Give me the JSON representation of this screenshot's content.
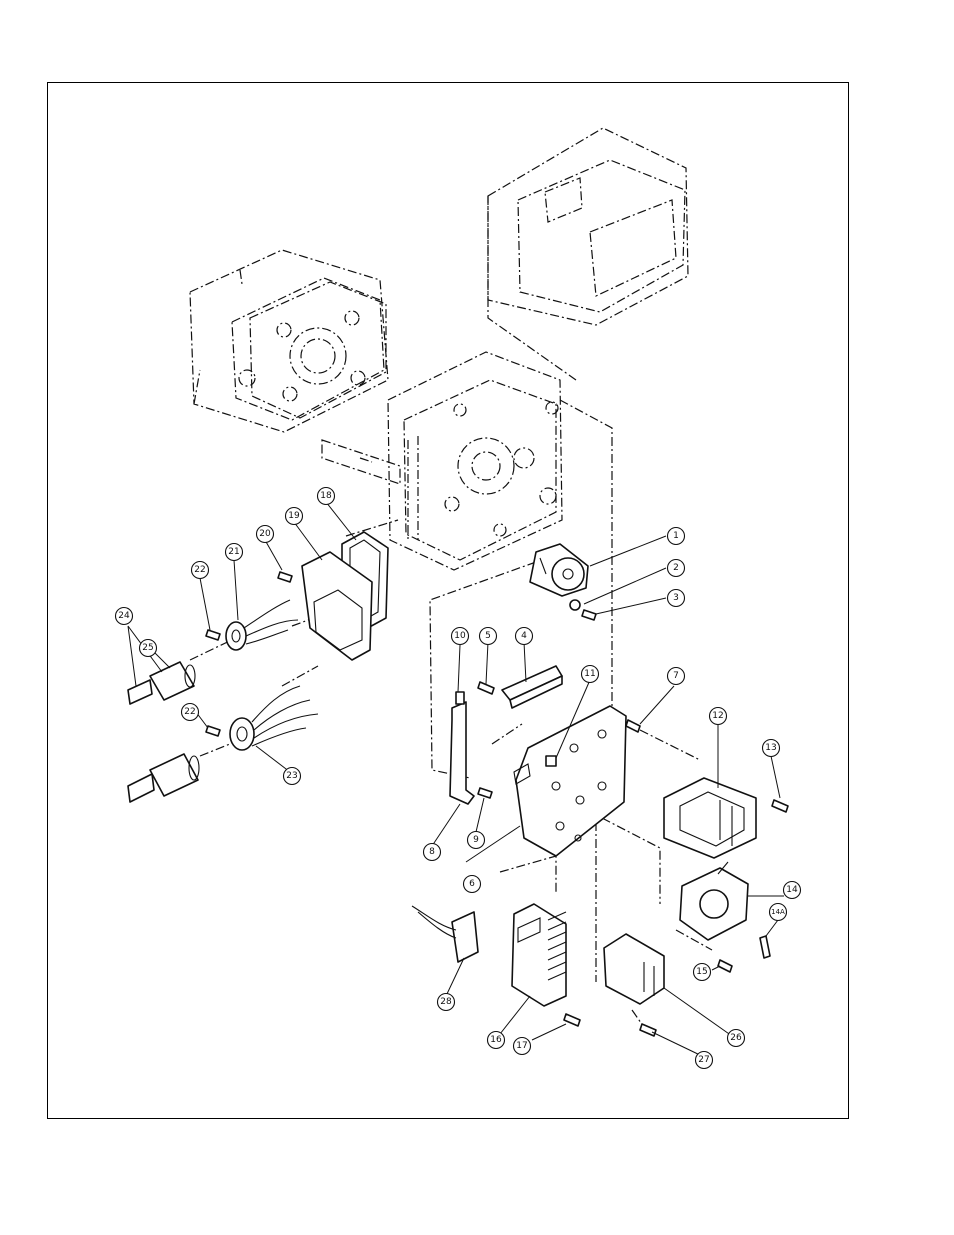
{
  "figure": {
    "callouts": [
      {
        "id": "c1",
        "label": "1"
      },
      {
        "id": "c2",
        "label": "2"
      },
      {
        "id": "c3",
        "label": "3"
      },
      {
        "id": "c4",
        "label": "4"
      },
      {
        "id": "c5",
        "label": "5"
      },
      {
        "id": "c6",
        "label": "6"
      },
      {
        "id": "c7",
        "label": "7"
      },
      {
        "id": "c8",
        "label": "8"
      },
      {
        "id": "c9",
        "label": "9"
      },
      {
        "id": "c10",
        "label": "10"
      },
      {
        "id": "c11",
        "label": "11"
      },
      {
        "id": "c12",
        "label": "12"
      },
      {
        "id": "c13",
        "label": "13"
      },
      {
        "id": "c14",
        "label": "14"
      },
      {
        "id": "c14a",
        "label": "14A"
      },
      {
        "id": "c15",
        "label": "15"
      },
      {
        "id": "c16",
        "label": "16"
      },
      {
        "id": "c17",
        "label": "17"
      },
      {
        "id": "c18",
        "label": "18"
      },
      {
        "id": "c19",
        "label": "19"
      },
      {
        "id": "c20",
        "label": "20"
      },
      {
        "id": "c21",
        "label": "21"
      },
      {
        "id": "c22a",
        "label": "22"
      },
      {
        "id": "c22b",
        "label": "22"
      },
      {
        "id": "c23",
        "label": "23"
      },
      {
        "id": "c24",
        "label": "24"
      },
      {
        "id": "c25",
        "label": "25"
      },
      {
        "id": "c26",
        "label": "26"
      },
      {
        "id": "c27",
        "label": "27"
      },
      {
        "id": "c28",
        "label": "28"
      }
    ]
  }
}
